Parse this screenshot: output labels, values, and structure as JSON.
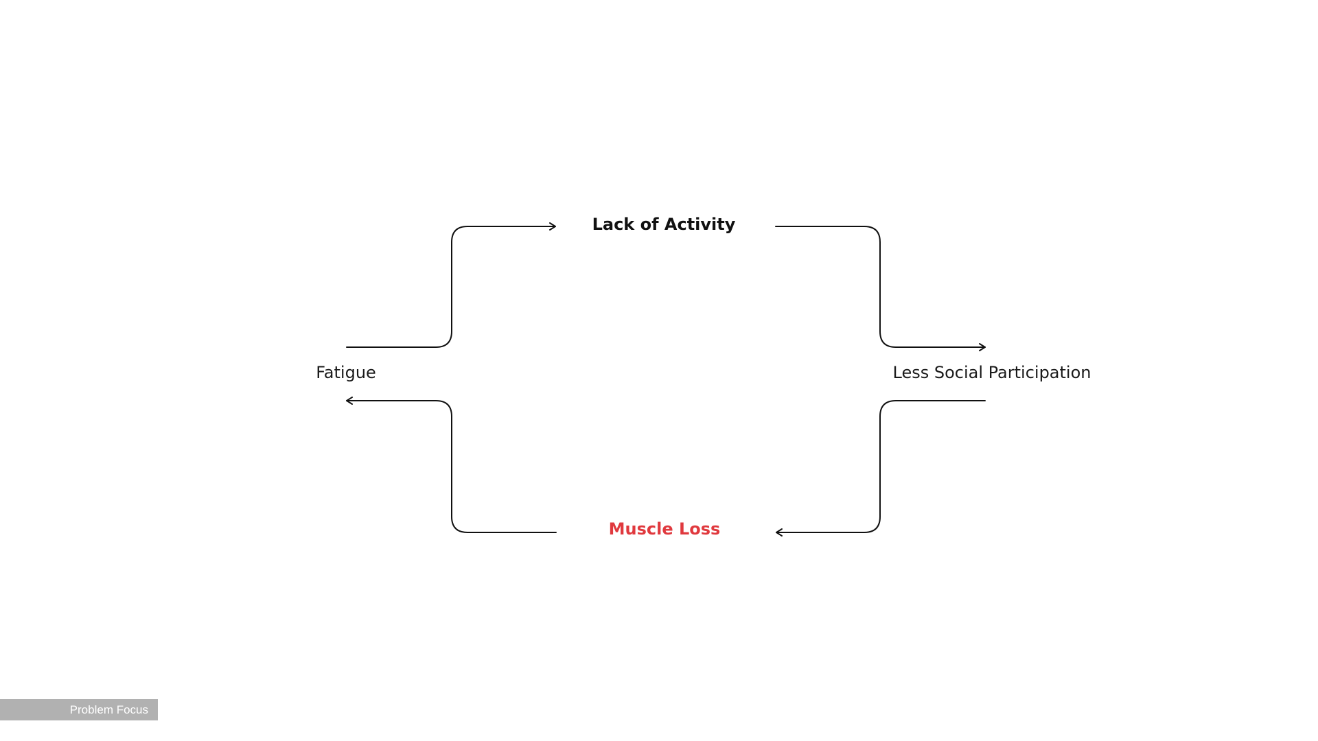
{
  "diagram": {
    "nodes": {
      "top": {
        "label": "Lack of Activity",
        "color": "#111111"
      },
      "left": {
        "label": "Fatigue",
        "color": "#1a1a1a"
      },
      "right": {
        "label": "Less Social Participation",
        "color": "#1a1a1a"
      },
      "bottom": {
        "label": "Muscle Loss",
        "color": "#e0393e"
      }
    },
    "edges": [
      {
        "from": "Fatigue",
        "to": "Lack of Activity"
      },
      {
        "from": "Lack of Activity",
        "to": "Less Social Participation"
      },
      {
        "from": "Less Social Participation",
        "to": "Muscle Loss"
      },
      {
        "from": "Muscle Loss",
        "to": "Fatigue"
      }
    ],
    "line_color": "#111111"
  },
  "footer": {
    "tag_label": "Problem Focus",
    "tag_color": "#b1b1b1"
  }
}
